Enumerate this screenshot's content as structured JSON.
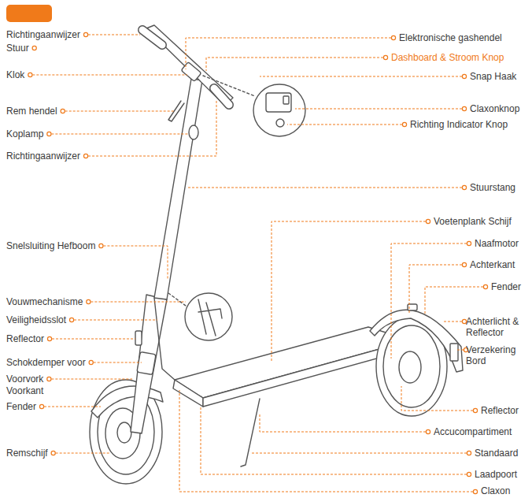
{
  "diagram": {
    "labels": [
      "Richtingaanwijzer",
      "Stuur",
      "Klok",
      "Rem hendel",
      "Koplamp",
      "Richtingaanwijzer",
      "Snelsluiting Hefboom",
      "Vouwmechanisme",
      "Veiligheidsslot",
      "Reflector",
      "Schokdemper voor",
      "Voorvork",
      "Voorkant",
      "Fender",
      "Remschijf",
      "Elektronische gashendel",
      "Dashboard & Stroom Knop",
      "Snap Haak",
      "Claxonknop",
      "Richting Indicator Knop",
      "Stuurstang",
      "Voetenplank Schijf",
      "Naafmotor",
      "Achterkant",
      "Fender",
      "Achterlicht & Reflector",
      "Verzekering Bord",
      "Reflector",
      "Accucompartiment",
      "Standaard",
      "Laadpoort",
      "Claxon"
    ]
  }
}
